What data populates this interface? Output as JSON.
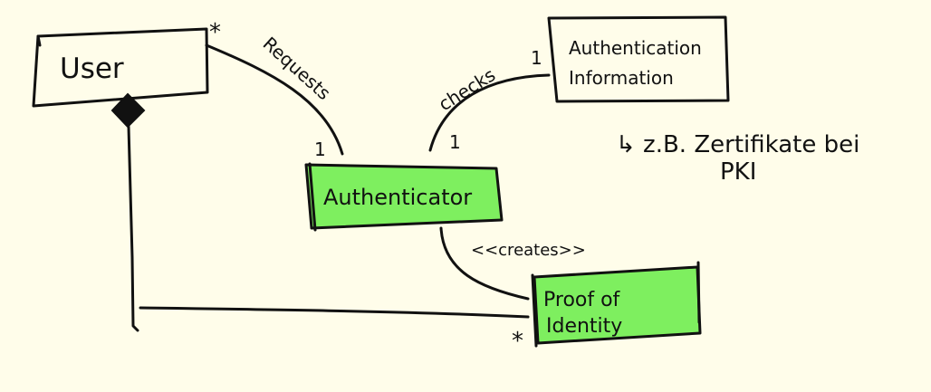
{
  "diagram": {
    "classes": {
      "user": "User",
      "auth_info_line1": "Authentication",
      "auth_info_line2": "Information",
      "authenticator": "Authenticator",
      "proof_line1": "Proof of",
      "proof_line2": "Identity"
    },
    "associations": {
      "requests": "Requests",
      "checks": "checks",
      "creates": "<<creates>>"
    },
    "multiplicities": {
      "user_requests": "*",
      "authenticator_requests": "1",
      "authenticator_checks": "1",
      "auth_info_checks": "1",
      "proof_user": "*"
    },
    "note": {
      "line1": "↳ z.B. Zertifikate bei",
      "line2": "PKI"
    },
    "colors": {
      "background": "#fffdea",
      "highlight": "#7eef5f",
      "ink": "#111111"
    }
  }
}
